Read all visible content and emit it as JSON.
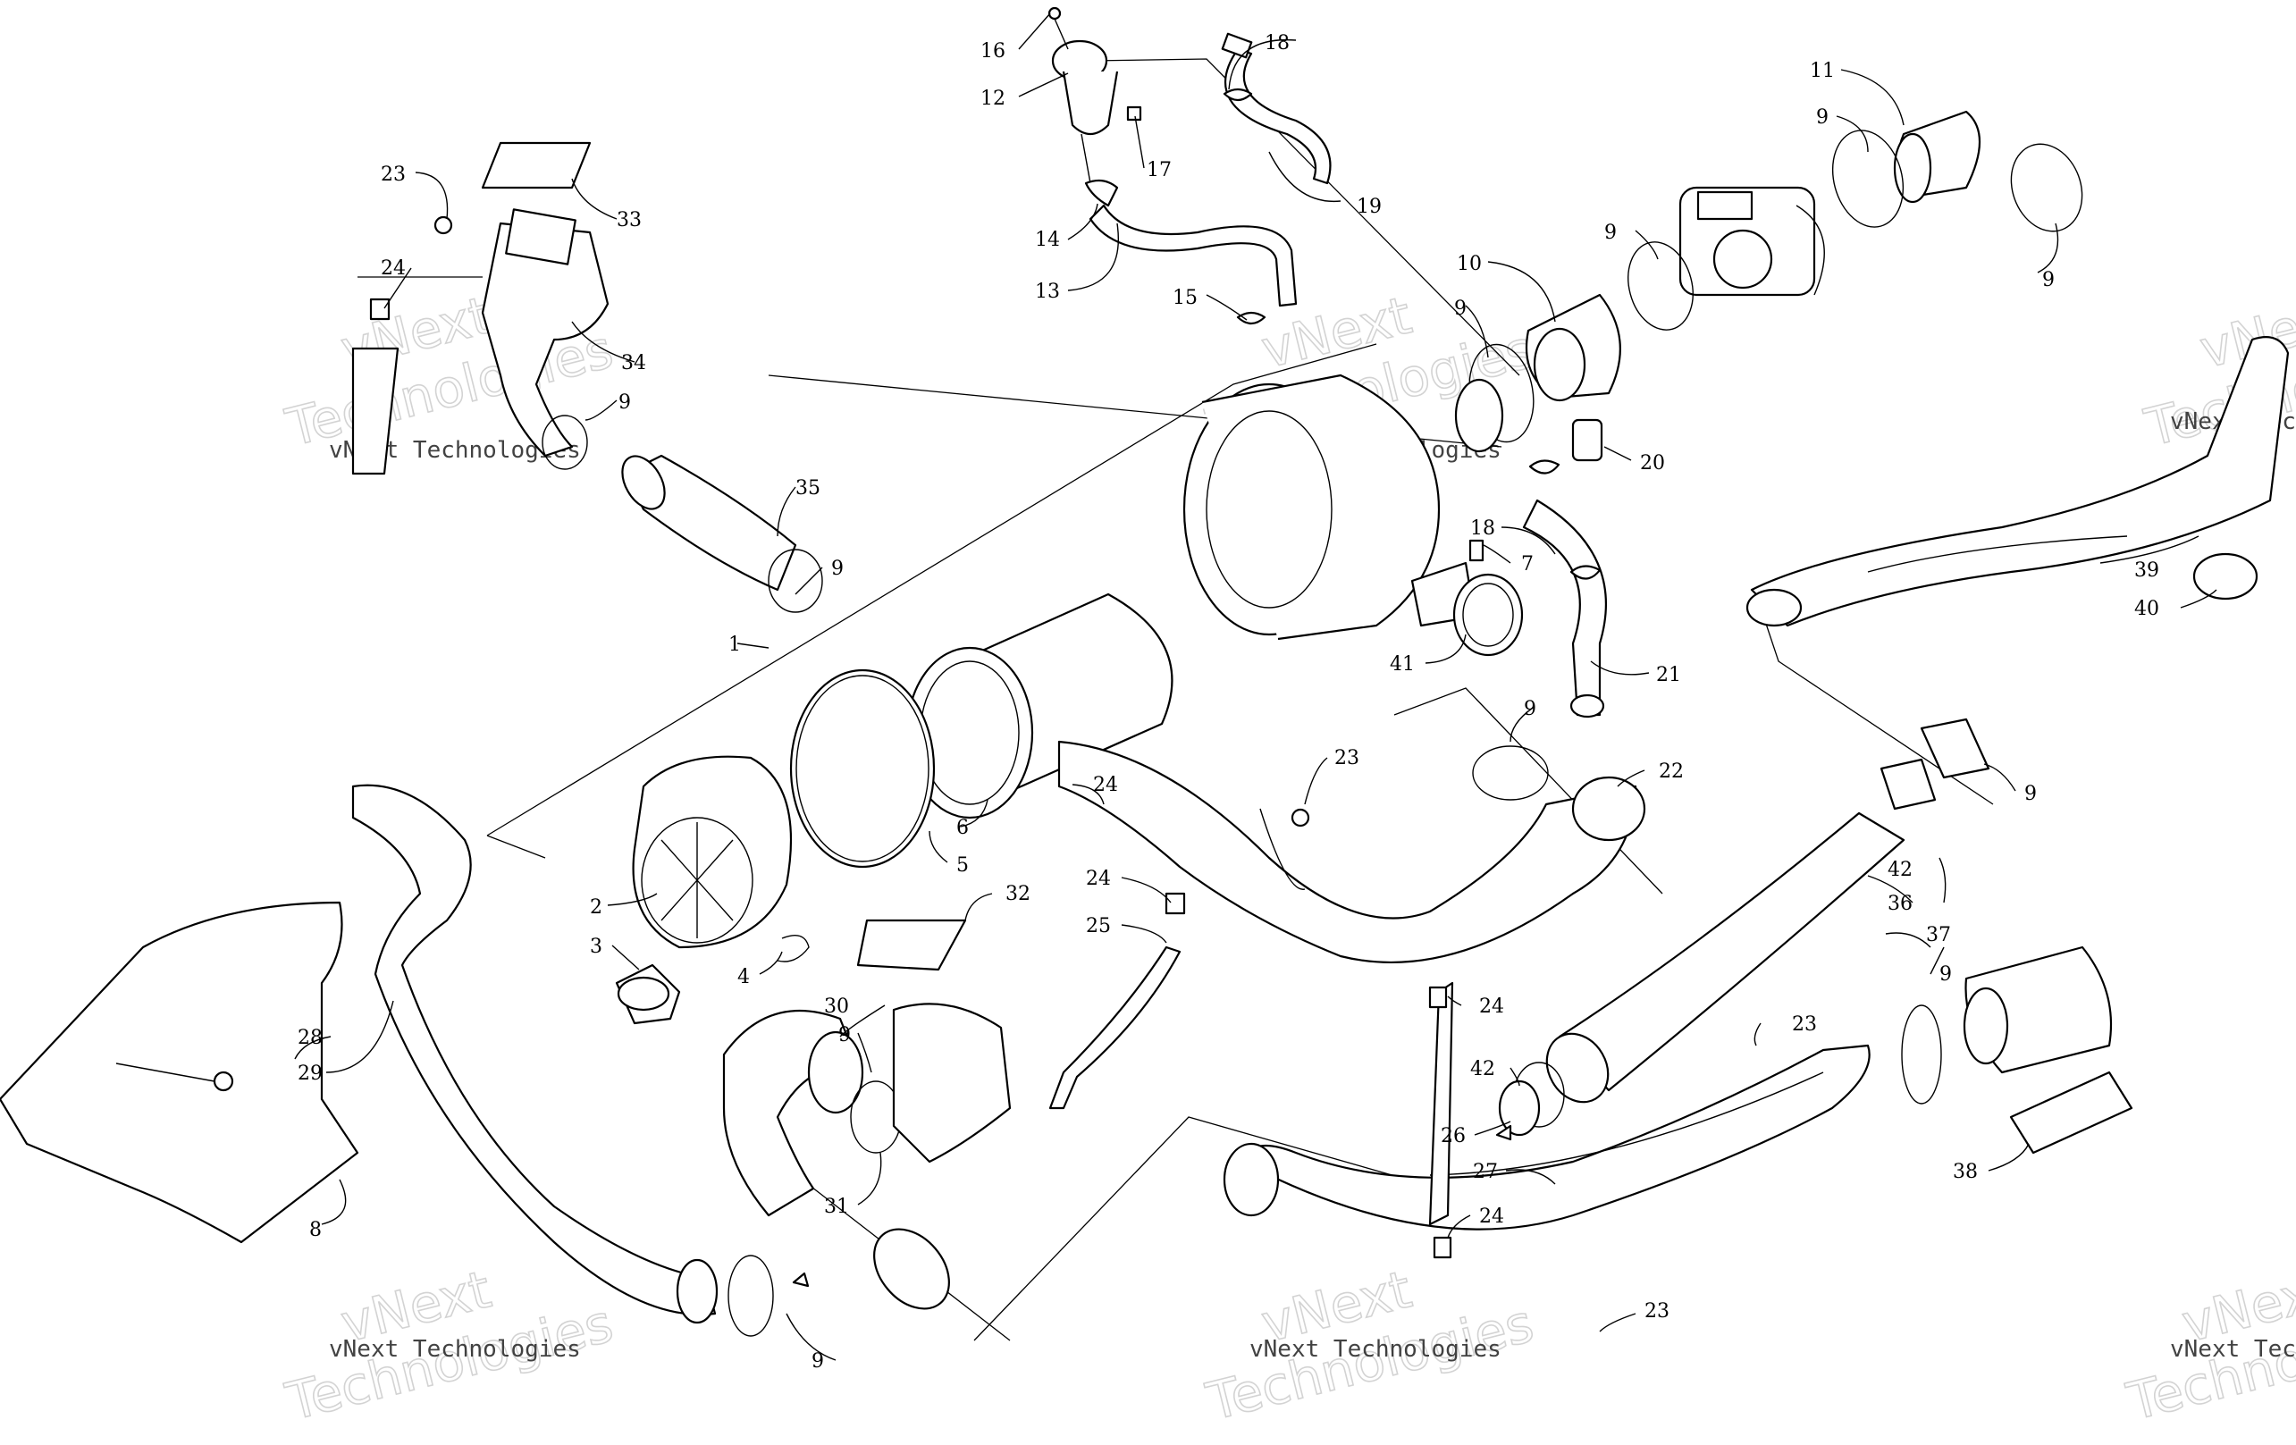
{
  "watermark": {
    "line1": "vNext",
    "line2": "Technologies",
    "small": "vNext Technologies"
  },
  "callouts": [
    {
      "id": "c16",
      "text": "16"
    },
    {
      "id": "c12",
      "text": "12"
    },
    {
      "id": "c18a",
      "text": "18"
    },
    {
      "id": "c17",
      "text": "17"
    },
    {
      "id": "c19",
      "text": "19"
    },
    {
      "id": "c14",
      "text": "14"
    },
    {
      "id": "c13",
      "text": "13"
    },
    {
      "id": "c15",
      "text": "15"
    },
    {
      "id": "c11",
      "text": "11"
    },
    {
      "id": "c9a",
      "text": "9"
    },
    {
      "id": "c9b",
      "text": "9"
    },
    {
      "id": "c9c",
      "text": "9"
    },
    {
      "id": "c10",
      "text": "10"
    },
    {
      "id": "c9d",
      "text": "9"
    },
    {
      "id": "c23a",
      "text": "23"
    },
    {
      "id": "c33",
      "text": "33"
    },
    {
      "id": "c24a",
      "text": "24"
    },
    {
      "id": "c34",
      "text": "34"
    },
    {
      "id": "c9e",
      "text": "9"
    },
    {
      "id": "c35",
      "text": "35"
    },
    {
      "id": "c9f",
      "text": "9"
    },
    {
      "id": "c1",
      "text": "1"
    },
    {
      "id": "c20",
      "text": "20"
    },
    {
      "id": "c18b",
      "text": "18"
    },
    {
      "id": "c7",
      "text": "7"
    },
    {
      "id": "c41",
      "text": "41"
    },
    {
      "id": "c21",
      "text": "21"
    },
    {
      "id": "c39",
      "text": "39"
    },
    {
      "id": "c40",
      "text": "40"
    },
    {
      "id": "c9g",
      "text": "9"
    },
    {
      "id": "c22",
      "text": "22"
    },
    {
      "id": "c23b",
      "text": "23"
    },
    {
      "id": "c24b",
      "text": "24"
    },
    {
      "id": "c6",
      "text": "6"
    },
    {
      "id": "c5",
      "text": "5"
    },
    {
      "id": "c2",
      "text": "2"
    },
    {
      "id": "c3",
      "text": "3"
    },
    {
      "id": "c4",
      "text": "4"
    },
    {
      "id": "c32",
      "text": "32"
    },
    {
      "id": "c24c",
      "text": "24"
    },
    {
      "id": "c25",
      "text": "25"
    },
    {
      "id": "c9h",
      "text": "9"
    },
    {
      "id": "c42a",
      "text": "42"
    },
    {
      "id": "c36",
      "text": "36"
    },
    {
      "id": "c37",
      "text": "37"
    },
    {
      "id": "c9i",
      "text": "9"
    },
    {
      "id": "c24d",
      "text": "24"
    },
    {
      "id": "c23c",
      "text": "23"
    },
    {
      "id": "c42b",
      "text": "42"
    },
    {
      "id": "c26",
      "text": "26"
    },
    {
      "id": "c27",
      "text": "27"
    },
    {
      "id": "c24e",
      "text": "24"
    },
    {
      "id": "c38",
      "text": "38"
    },
    {
      "id": "c28",
      "text": "28"
    },
    {
      "id": "c29",
      "text": "29"
    },
    {
      "id": "c30",
      "text": "30"
    },
    {
      "id": "c9j",
      "text": "9"
    },
    {
      "id": "c31",
      "text": "31"
    },
    {
      "id": "c8",
      "text": "8"
    },
    {
      "id": "c9k",
      "text": "9"
    },
    {
      "id": "c23d",
      "text": "23"
    }
  ]
}
